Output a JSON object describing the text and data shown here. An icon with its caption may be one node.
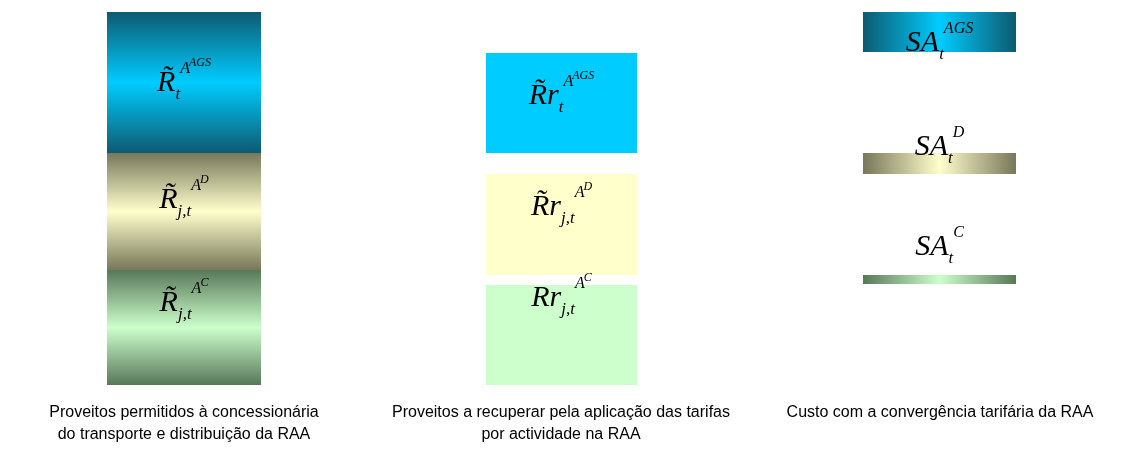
{
  "diagram": {
    "nodes": [
      {
        "text": [
          "R̃$_{t}$$^{A}$$^{AGS}$"
        ]
      },
      {
        "text": [
          "R̃$_{j,t}$$^{A}$$^{D}$"
        ]
      },
      {
        "text": [
          "R̃$_{j,t}$$^{A}$$^{C}$"
        ]
      },
      {
        "text": [
          "R̃r$_{t}$$^{A}$$^{AGS}$"
        ]
      },
      {
        "text": [
          "R̃r$_{j,t}$$^{A}$$^{D}$"
        ]
      },
      {
        "text": [
          "Rr$_{j,t}$$^{A}$$^{C}$"
        ]
      },
      {
        "text": [
          "SA$_{t}$$^{AGS}$"
        ]
      },
      {
        "text": [
          "SA$_{t}$$^{D}$"
        ]
      },
      {
        "text": [
          "SA$_{t}$$^{C}$"
        ]
      }
    ],
    "labels": [
      "Proveitos permitidos à concessionária do transporte e distribuição da RAA",
      "Proveitos a recuperar pela aplicação das tarifas por actividade na RAA",
      "Custo com a convergência tarifária da RAA"
    ]
  }
}
